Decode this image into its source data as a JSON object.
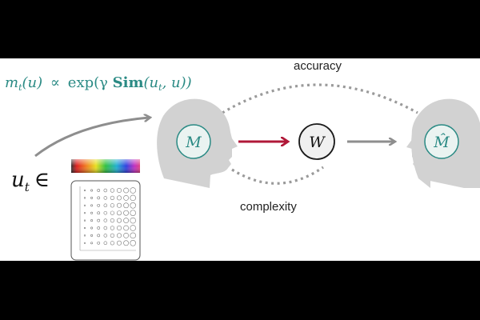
{
  "formula": {
    "lhs": "m",
    "lhs_sub": "t",
    "lhs_arg": "(u)",
    "prop": "∝",
    "exp_open": "exp(γ ",
    "sim": "Sim",
    "sim_args": "(u",
    "sim_sub": "t",
    "sim_close": ", u))"
  },
  "input": {
    "var": "u",
    "sub": "t",
    "in": "∈"
  },
  "speaker": {
    "symbol": "M"
  },
  "word": {
    "symbol": "W"
  },
  "listener": {
    "symbol": "M̂"
  },
  "labels": {
    "accuracy": "accuracy",
    "complexity": "complexity"
  },
  "colors": {
    "teal": "#2a8a84",
    "head": "#d2d2d2",
    "circle_fill": "#eaf3f1",
    "red_arrow": "#b01838",
    "gray_arrow": "#8e8e8e",
    "dotted": "#9a9a9a"
  }
}
